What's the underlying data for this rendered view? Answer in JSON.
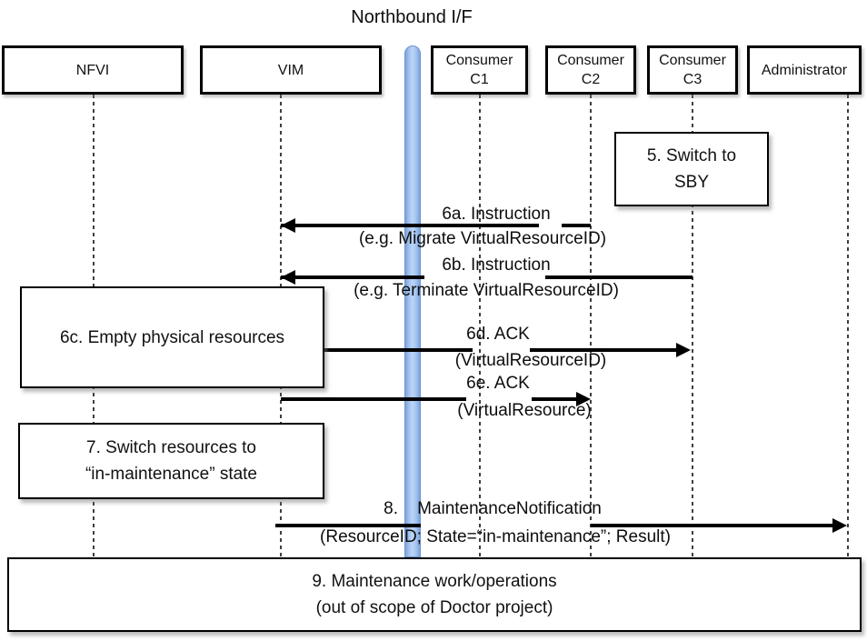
{
  "title": "Northbound I/F",
  "actors": {
    "nfvi": {
      "label": "NFVI"
    },
    "vim": {
      "label": "VIM"
    },
    "c1": {
      "line1": "Consumer",
      "line2": "C1"
    },
    "c2": {
      "line1": "Consumer",
      "line2": "C2"
    },
    "c3": {
      "line1": "Consumer",
      "line2": "C3"
    },
    "admin": {
      "label": "Administrator"
    }
  },
  "notes": {
    "n5": {
      "line1": "5. Switch to",
      "line2": "SBY"
    },
    "n6c": {
      "label": "6c. Empty physical resources"
    },
    "n7": {
      "line1": "7. Switch resources to",
      "line2": "“in-maintenance” state"
    },
    "n9": {
      "line1": "9. Maintenance work/operations",
      "line2": "(out of scope of Doctor project)"
    }
  },
  "messages": {
    "m6a": {
      "title": "6a. Instruction",
      "detail": "(e.g. Migrate VirtualResourceID)"
    },
    "m6b": {
      "title": "6b. Instruction",
      "detail": "(e.g. Terminate VirtualResourceID)"
    },
    "m6d": {
      "title": "6d. ACK",
      "detail": "(VirtualResourceID)"
    },
    "m6e": {
      "title": "6e. ACK",
      "detail": "(VirtualResource)"
    },
    "m8": {
      "title": "8.    MaintenanceNotification",
      "detail": "(ResourceID; State=“in-maintenance”; Result)"
    }
  },
  "colors": {
    "bar_center": "#bcd5f7",
    "bar_edge": "#7da3dc",
    "bar_border": "#6f94cc",
    "arrow": "#000000",
    "lifeline": "#3f3f3f"
  }
}
